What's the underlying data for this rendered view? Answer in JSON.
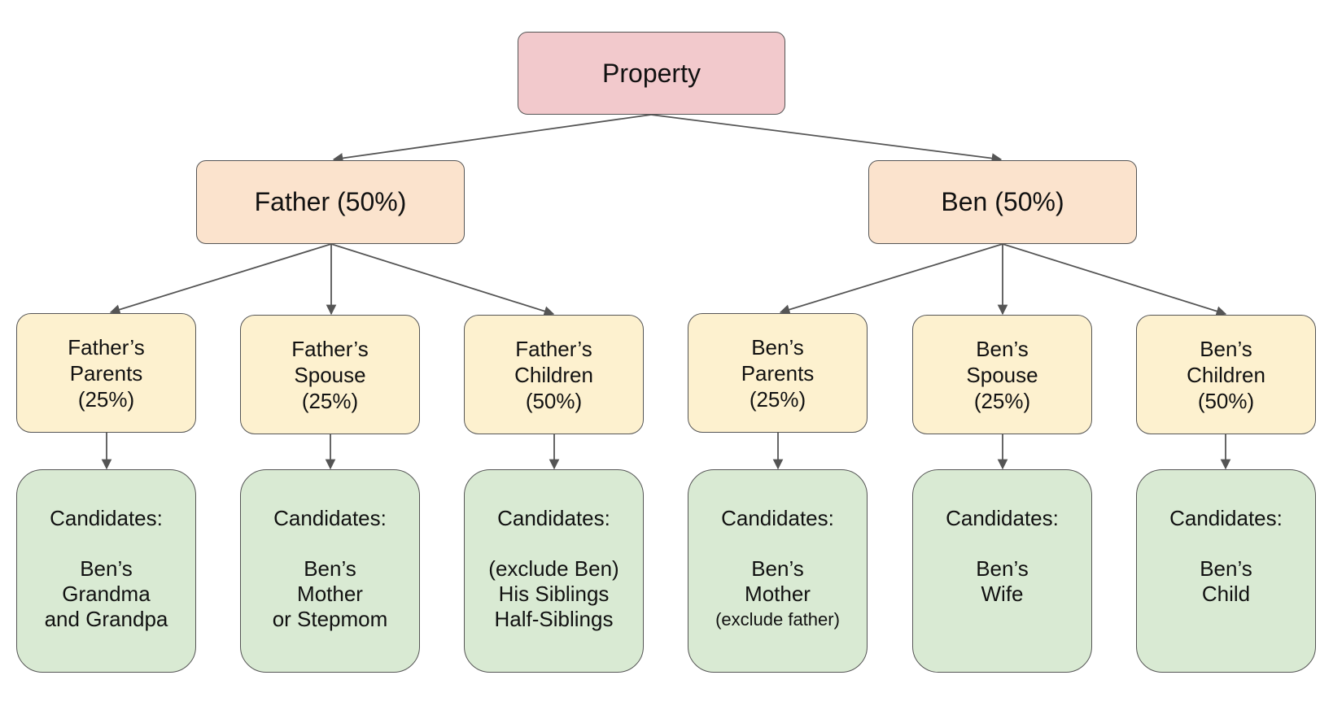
{
  "root": {
    "label": "Property"
  },
  "branches": {
    "father": {
      "label": "Father (50%)"
    },
    "ben": {
      "label": "Ben (50%)"
    }
  },
  "shares": {
    "father_parents": {
      "lines": [
        "Father’s",
        "Parents",
        "(25%)"
      ]
    },
    "father_spouse": {
      "lines": [
        "Father’s",
        "Spouse",
        "(25%)"
      ]
    },
    "father_children": {
      "lines": [
        "Father’s",
        "Children",
        "(50%)"
      ]
    },
    "ben_parents": {
      "lines": [
        "Ben’s",
        "Parents",
        "(25%)"
      ]
    },
    "ben_spouse": {
      "lines": [
        "Ben’s",
        "Spouse",
        "(25%)"
      ]
    },
    "ben_children": {
      "lines": [
        "Ben’s",
        "Children",
        "(50%)"
      ]
    }
  },
  "candidates": {
    "father_parents": {
      "heading": "Candidates:",
      "lines": [
        "Ben’s",
        "Grandma",
        "and Grandpa"
      ]
    },
    "father_spouse": {
      "heading": "Candidates:",
      "lines": [
        "Ben’s",
        "Mother",
        "or Stepmom"
      ]
    },
    "father_children": {
      "heading": "Candidates:",
      "lines": [
        "(exclude Ben)",
        "His Siblings",
        "Half-Siblings"
      ]
    },
    "ben_parents": {
      "heading": "Candidates:",
      "lines": [
        "Ben’s",
        "Mother",
        "(exclude father)"
      ]
    },
    "ben_spouse": {
      "heading": "Candidates:",
      "lines": [
        "Ben’s",
        "Wife"
      ]
    },
    "ben_children": {
      "heading": "Candidates:",
      "lines": [
        "Ben’s",
        "Child"
      ]
    }
  },
  "colors": {
    "root_fill": "#f2c9cc",
    "branch_fill": "#fbe3cd",
    "share_fill": "#fdf1cf",
    "candidate_fill": "#d9ead3",
    "connector": "#555555"
  }
}
